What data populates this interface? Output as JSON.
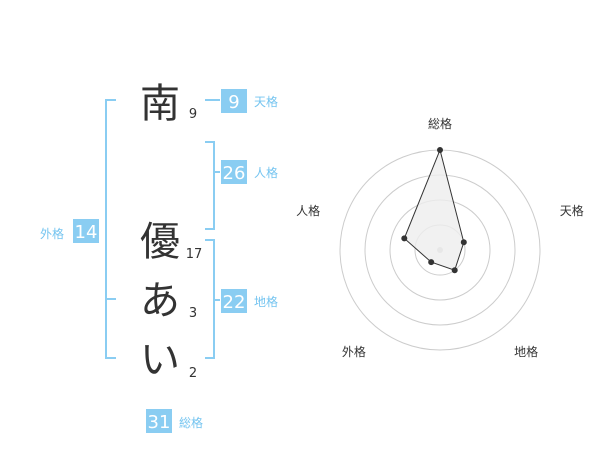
{
  "name": {
    "chars": [
      {
        "char": "南",
        "strokes": "9"
      },
      {
        "char": "優",
        "strokes": "17"
      },
      {
        "char": "あ",
        "strokes": "3"
      },
      {
        "char": "い",
        "strokes": "2"
      }
    ]
  },
  "fortune": {
    "tenkaku": {
      "label": "天格",
      "value": "9"
    },
    "jinkaku": {
      "label": "人格",
      "value": "26"
    },
    "chikaku": {
      "label": "地格",
      "value": "22"
    },
    "gaikaku": {
      "label": "外格",
      "value": "14"
    },
    "soukaku": {
      "label": "総格",
      "value": "31"
    }
  },
  "colors": {
    "box": "#8acdf2",
    "label": "#74c4f0",
    "ink": "#333333",
    "ring": "#cccccc",
    "polygon_fill": "#eeeeee"
  },
  "chart_data": {
    "type": "radar",
    "axes": [
      "総格",
      "天格",
      "地格",
      "外格",
      "人格"
    ],
    "max": 4,
    "values": [
      4,
      1,
      1,
      0.6,
      1.5
    ]
  }
}
